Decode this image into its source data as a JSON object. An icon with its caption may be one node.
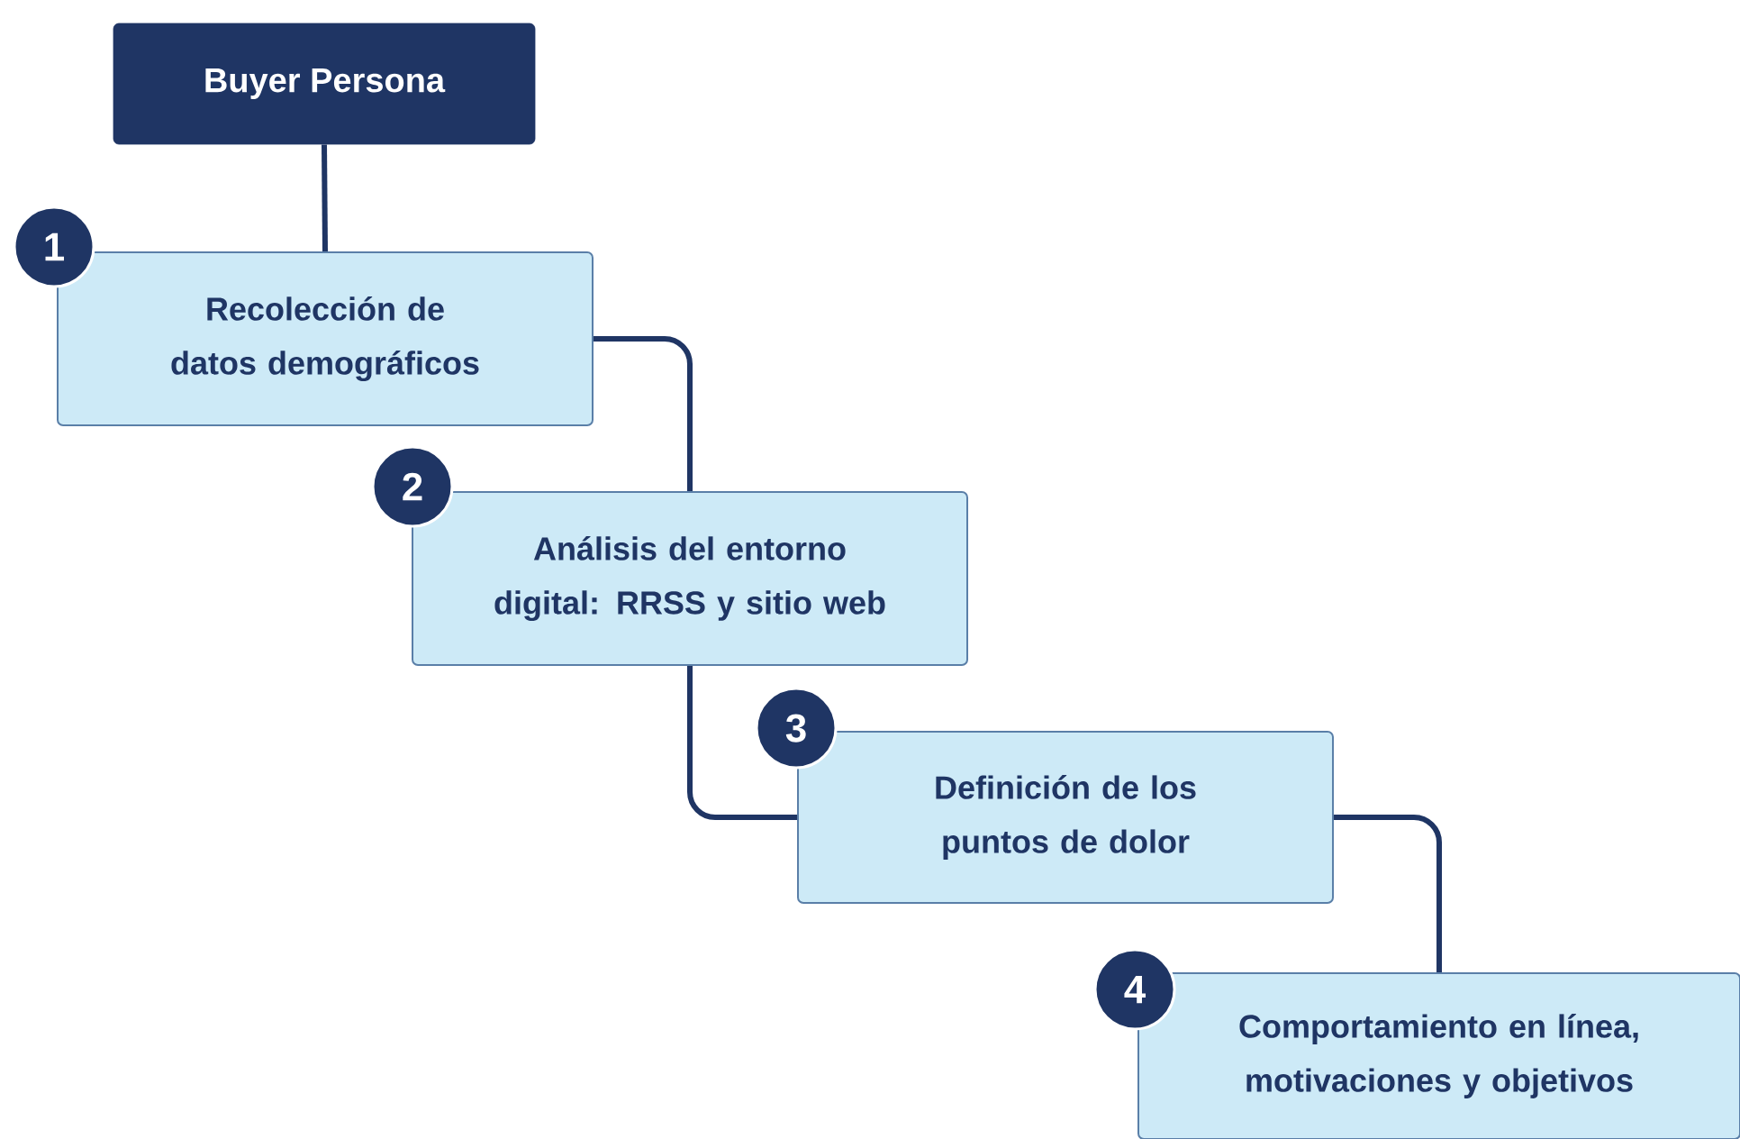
{
  "diagram": {
    "nodes": [
      {
        "text": [
          "Buyer Persona"
        ]
      },
      {
        "text": [
          "1"
        ]
      },
      {
        "text": [
          "Recolección de datos demográficos"
        ]
      },
      {
        "text": [
          "2"
        ]
      },
      {
        "text": [
          "Análisis del entorno digital: RRSS y sitio web"
        ]
      },
      {
        "text": [
          "3"
        ]
      },
      {
        "text": [
          "Definición de los puntos de dolor"
        ]
      },
      {
        "text": [
          "4"
        ]
      },
      {
        "text": [
          "Comportamiento en línea, motivaciones y objetivos"
        ]
      }
    ],
    "edges": [
      {
        "from": 0,
        "to": 2,
        "arrow": "none"
      },
      {
        "from": 2,
        "to": 4,
        "arrow": "none"
      },
      {
        "from": 4,
        "to": 6,
        "arrow": "none"
      },
      {
        "from": 6,
        "to": 8,
        "arrow": "none"
      }
    ]
  }
}
